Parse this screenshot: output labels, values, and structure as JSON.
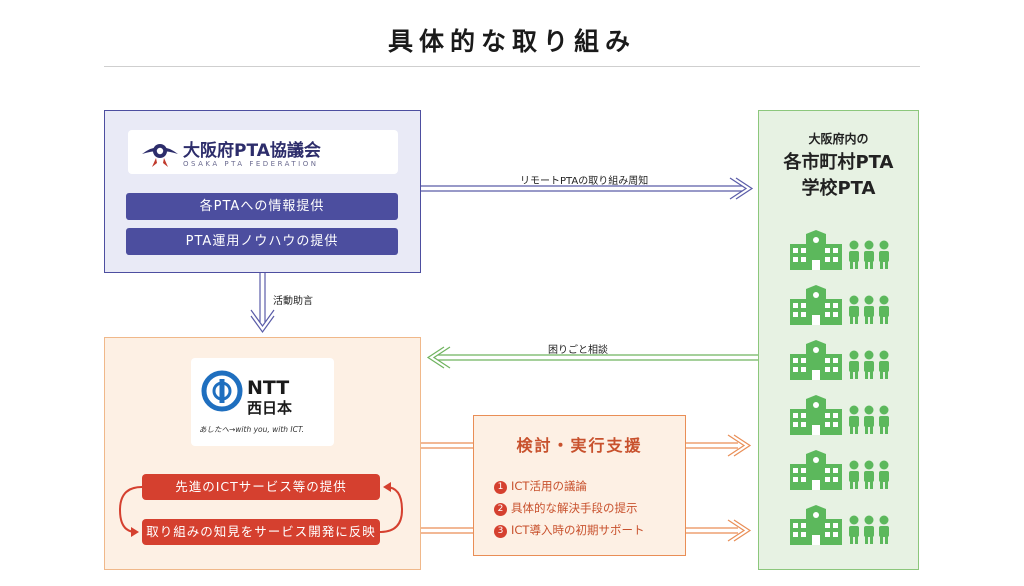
{
  "page": {
    "title": "具体的な取り組み"
  },
  "osaka": {
    "logo_name": "大阪府PTA協議会",
    "logo_sub": "OSAKA PTA FEDERATION",
    "items": [
      "各PTAへの情報提供",
      "PTA運用ノウハウの提供"
    ]
  },
  "ntt": {
    "logo_text_line1": "NTT",
    "logo_text_line2": "西日本",
    "slogan": "あしたへ→with you, with ICT.",
    "items": [
      "先進のICTサービス等の提供",
      "取り組みの知見をサービス開発に反映"
    ]
  },
  "right": {
    "line1": "大阪府内の",
    "line2": "各市町村PTA",
    "line3": "学校PTA",
    "school_rows": 6
  },
  "support": {
    "title": "検討・実行支援",
    "items": [
      {
        "num": "1",
        "text": "ICT活用の議論"
      },
      {
        "num": "2",
        "text": "具体的な解決手段の提示"
      },
      {
        "num": "3",
        "text": "ICT導入時の初期サポート"
      }
    ]
  },
  "flows": {
    "remote": "リモートPTAの取り組み周知",
    "advice": "活動助言",
    "consult": "困りごと相談"
  },
  "colors": {
    "osaka_accent": "#4c4e9f",
    "ntt_accent": "#d5402f",
    "support_accent": "#e98e56",
    "school_green": "#5cb85c"
  }
}
